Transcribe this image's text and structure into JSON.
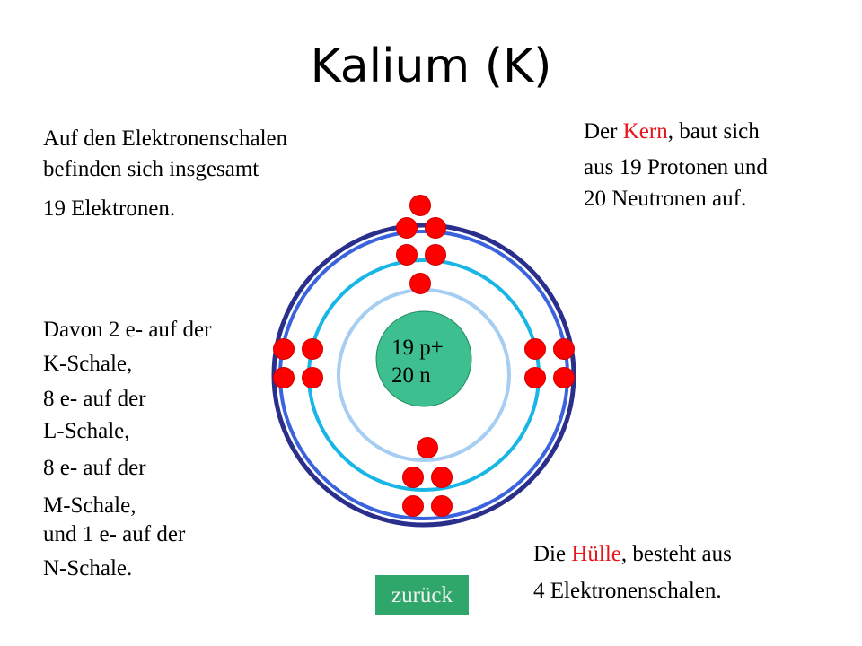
{
  "title": "Kalium (K)",
  "intro": {
    "line1": "Auf den Elektronenschalen",
    "line2": "befinden sich insgesamt",
    "line3": "19 Elektronen."
  },
  "kern": {
    "pre": "Der ",
    "word": "Kern",
    "post": ", baut sich",
    "line2": "aus 19 Protonen und",
    "line3": "20 Neutronen auf."
  },
  "shells_text": {
    "l1": "Davon 2 e- auf der",
    "l2": "K-Schale,",
    "l3": "8 e- auf der",
    "l4": "L-Schale,",
    "l5": "8 e- auf der",
    "l6": "M-Schale,",
    "l7": "und 1 e- auf der",
    "l8": "N-Schale."
  },
  "huelle": {
    "pre": "Die ",
    "word": "Hülle",
    "post": ", besteht aus",
    "line2": "4 Elektronenschalen."
  },
  "nucleus": {
    "protons": "19 p+",
    "neutrons": "20 n"
  },
  "back_label": "zurück",
  "colors": {
    "accent_red": "#e8141b",
    "electron": "#ff0000",
    "nucleus": "#3dbf8f",
    "shell_k": "#a6cdf2",
    "shell_l": "#18b6e6",
    "shell_m": "#3a63dd",
    "shell_n": "#2a2f8c",
    "button": "#2fa66a"
  },
  "electron_counts": {
    "K": 2,
    "L": 8,
    "M": 8,
    "N": 1
  }
}
